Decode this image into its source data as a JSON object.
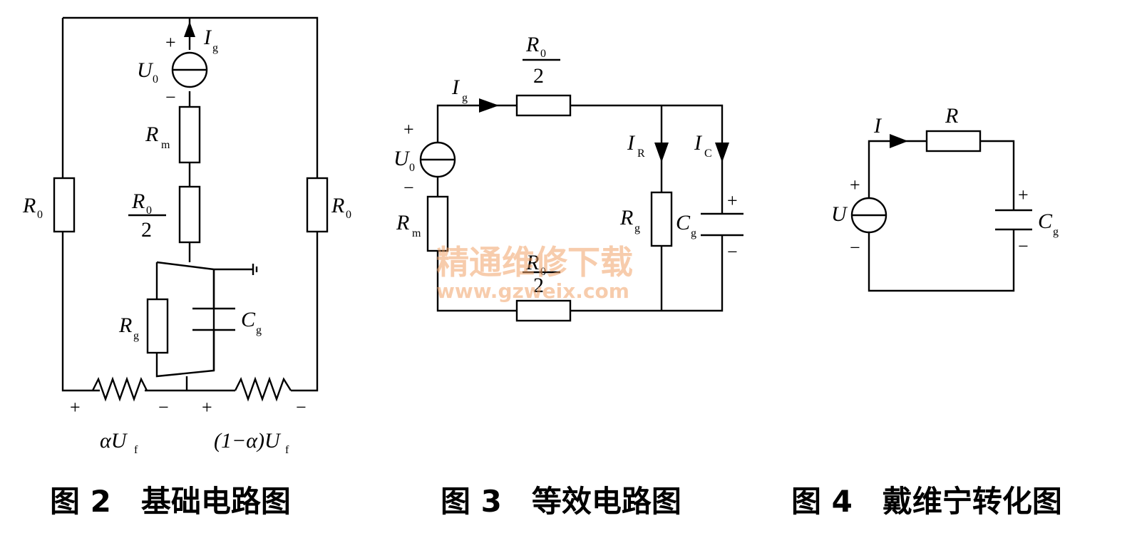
{
  "figures": [
    {
      "id": "fig2",
      "caption": "图 2　基础电路图",
      "labels": {
        "source": "U",
        "source_sub": "0",
        "current": "I",
        "current_sub": "g",
        "plus": "+",
        "minus": "−",
        "rm": "R",
        "rm_sub": "m",
        "r0_half_num": "R",
        "r0_half_num_sub": "0",
        "r0_half_den": "2",
        "rg": "R",
        "rg_sub": "g",
        "cg": "C",
        "cg_sub": "g",
        "r0_left": "R",
        "r0_left_sub": "0",
        "r0_right": "R",
        "r0_right_sub": "0",
        "bottom_signs": [
          "+",
          "−",
          "+",
          "−"
        ],
        "alpha_uf": "αU",
        "alpha_uf_sub": "f",
        "one_minus_alpha_uf": "(1−α)U",
        "one_minus_alpha_uf_sub": "f"
      }
    },
    {
      "id": "fig3",
      "caption": "图 3　等效电路图",
      "labels": {
        "top_r_num": "R",
        "top_r_num_sub": "0",
        "top_r_den": "2",
        "ig": "I",
        "ig_sub": "g",
        "plus": "+",
        "minus": "−",
        "source": "U",
        "source_sub": "0",
        "rm": "R",
        "rm_sub": "m",
        "ir": "I",
        "ir_sub": "R",
        "ic": "I",
        "ic_sub": "C",
        "rg": "R",
        "rg_sub": "g",
        "cg": "C",
        "cg_sub": "g",
        "cap_plus": "+",
        "cap_minus": "−",
        "bottom_r_num": "R",
        "bottom_r_num_sub": "0",
        "bottom_r_den": "2"
      }
    },
    {
      "id": "fig4",
      "caption": "图 4　戴维宁转化图",
      "labels": {
        "current": "I",
        "resistor": "R",
        "source": "U",
        "plus": "+",
        "minus": "−",
        "cg": "C",
        "cg_sub": "g",
        "cap_plus": "+",
        "cap_minus": "−"
      }
    }
  ],
  "watermark": {
    "line1": "精通维修下载",
    "line2": "www.gzweix.com"
  }
}
